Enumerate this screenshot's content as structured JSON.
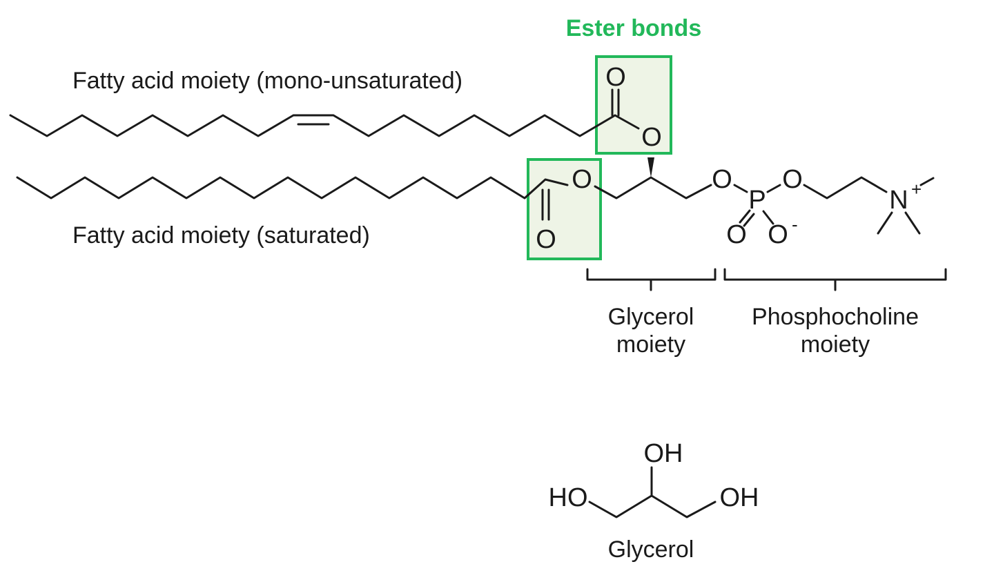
{
  "title": "Ester bonds",
  "labels": {
    "fatty_acid_unsat": "Fatty acid moiety (mono-unsaturated)",
    "fatty_acid_sat": "Fatty acid moiety (saturated)",
    "glycerol_moiety_line1": "Glycerol",
    "glycerol_moiety_line2": "moiety",
    "phosphocholine_line1": "Phosphocholine",
    "phosphocholine_line2": "moiety",
    "glycerol_caption": "Glycerol"
  },
  "atoms": {
    "oxygen": "O",
    "phosphorus": "P",
    "nitrogen": "N",
    "plus": "+",
    "minus": "-",
    "hydroxyl_right": "OH",
    "hydroxyl_left": "HO"
  },
  "colors": {
    "ester_highlight": "#22b85a",
    "ester_fill": "#eef4e6",
    "bond": "#1a1a1a"
  }
}
